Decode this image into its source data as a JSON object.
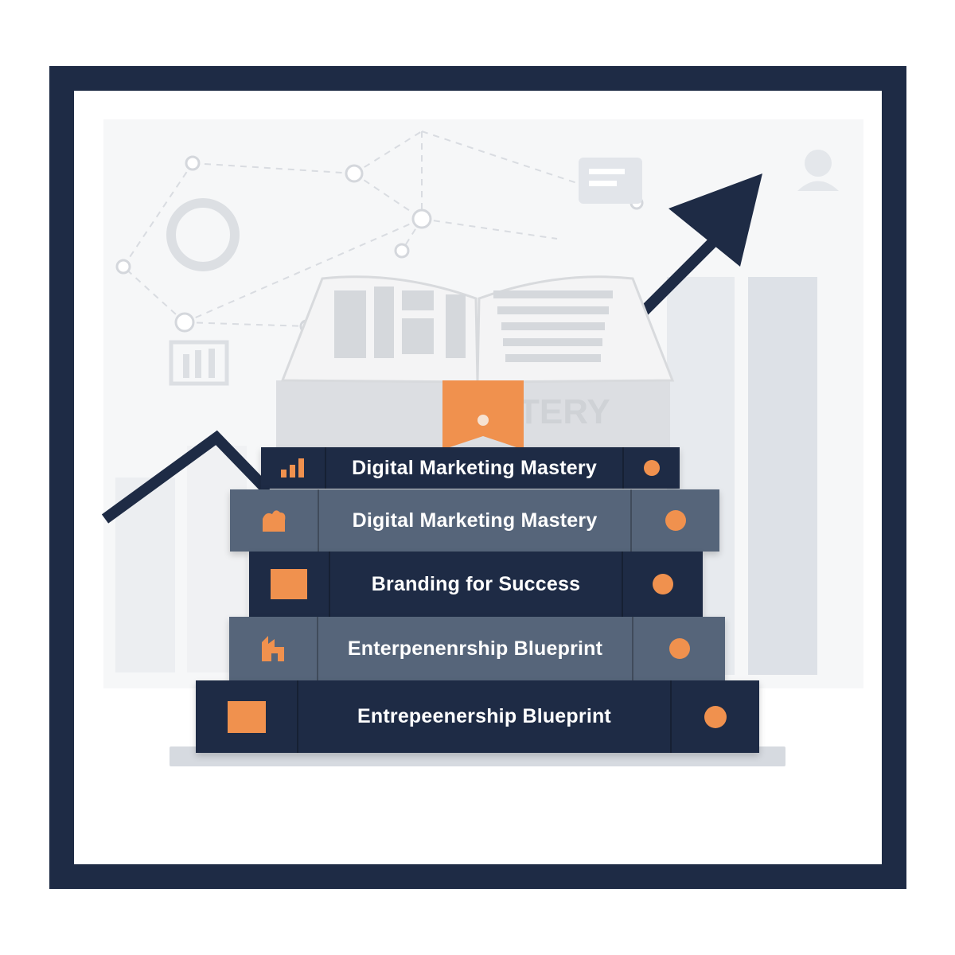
{
  "colors": {
    "navy": "#1e2b45",
    "slate": "#56657a",
    "orange": "#f0914e",
    "faint": "#e8eaee"
  },
  "open_book": {
    "spine_text": "MASTERY",
    "icon": "open-book-icon"
  },
  "books": [
    {
      "title": "Digital Marketing Mastery",
      "icon": "bar-chart-icon",
      "style": "dark"
    },
    {
      "title": "Digital Marketing Mastery",
      "icon": "puzzle-icon",
      "style": "slate"
    },
    {
      "title": "Branding for Success",
      "icon": "square-icon",
      "style": "dark"
    },
    {
      "title": "Enterpenenrship Blueprint",
      "icon": "building-icon",
      "style": "slate"
    },
    {
      "title": "Entrepeenership Blueprint",
      "icon": "square-icon",
      "style": "dark"
    }
  ],
  "background": {
    "trend_arrow": "up-trend-arrow",
    "network": "network-diagram",
    "icons": [
      "refresh-icon",
      "message-icon",
      "user-icon",
      "bar-chart-icon"
    ]
  }
}
